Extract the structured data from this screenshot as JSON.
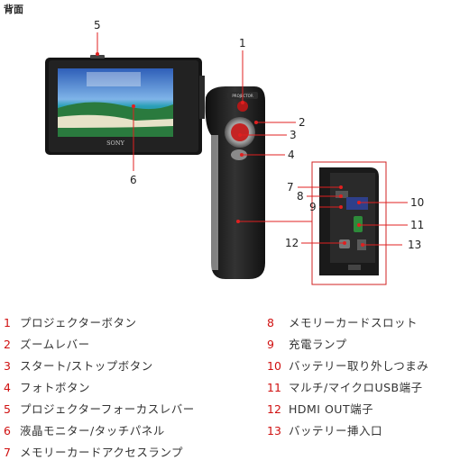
{
  "title": "背面",
  "brand": "SONY",
  "projector_label": "PROJECTOR",
  "callouts": [
    "1",
    "2",
    "3",
    "4",
    "5",
    "6",
    "7",
    "8",
    "9",
    "10",
    "11",
    "12",
    "13"
  ],
  "legend": [
    {
      "num": "1",
      "label": "プロジェクターボタン"
    },
    {
      "num": "2",
      "label": "ズームレバー"
    },
    {
      "num": "3",
      "label": "スタート/ストップボタン"
    },
    {
      "num": "4",
      "label": "フォトボタン"
    },
    {
      "num": "5",
      "label": "プロジェクターフォーカスレバー"
    },
    {
      "num": "6",
      "label": "液晶モニター/タッチパネル"
    },
    {
      "num": "7",
      "label": "メモリーカードアクセスランプ"
    },
    {
      "num": "8",
      "label": "メモリーカードスロット"
    },
    {
      "num": "9",
      "label": "充電ランプ"
    },
    {
      "num": "10",
      "label": "バッテリー取り外しつまみ"
    },
    {
      "num": "11",
      "label": "マルチ/マイクロUSB端子"
    },
    {
      "num": "12",
      "label": "HDMI OUT端子"
    },
    {
      "num": "13",
      "label": "バッテリー挿入口"
    }
  ],
  "colors": {
    "callout": "#d01010",
    "line": "#e02020",
    "body": "#1c1c1c",
    "text": "#333333"
  }
}
